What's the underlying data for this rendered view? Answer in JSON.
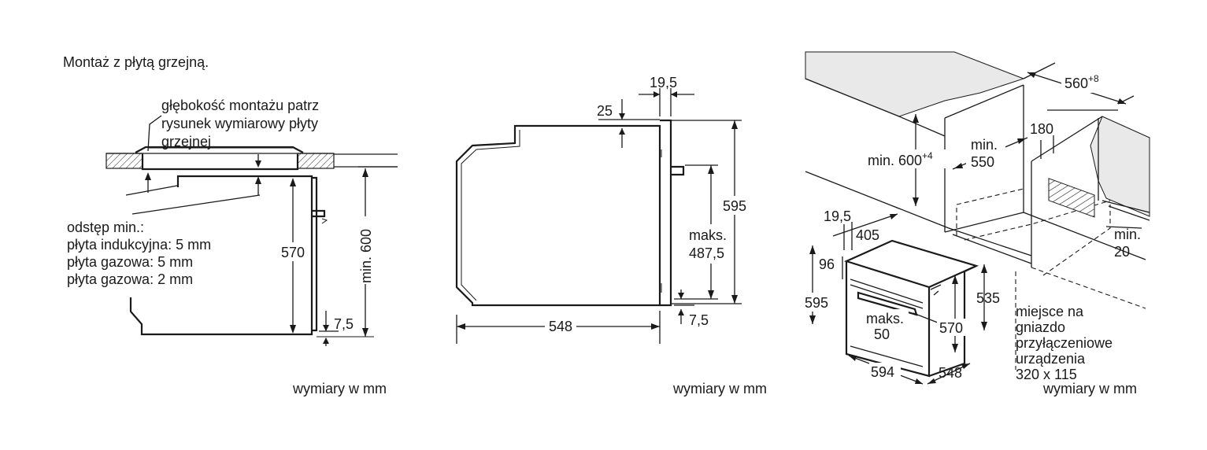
{
  "left": {
    "title": "Montaż z płytą grzejną.",
    "note_lines": [
      "głębokość montażu patrz",
      "rysunek wymiarowy płyty",
      "grzejnej"
    ],
    "gap_lines": [
      "odstęp min.:",
      "płyta indukcyjna: 5 mm",
      "płyta gazowa: 5 mm",
      "płyta gazowa: 2 mm"
    ],
    "dim_570": "570",
    "dim_min600": "min. 600",
    "dim_7_5": "7,5",
    "units": "wymiary w mm"
  },
  "middle": {
    "dim_19_5": "19,5",
    "dim_25": "25",
    "dim_595": "595",
    "maks_lines": [
      "maks.",
      "487,5"
    ],
    "dim_548": "548",
    "dim_7_5": "7,5",
    "units": "wymiary w mm"
  },
  "right": {
    "dim_560": "560",
    "dim_560_sup": "+8",
    "dim_min600": "min. 600",
    "dim_min600_sup": "+4",
    "min550_lines": [
      "min.",
      "550"
    ],
    "dim_180": "180",
    "min20_lines": [
      "min.",
      "20"
    ],
    "dim_19_5": "19,5",
    "dim_405": "405",
    "dim_96": "96",
    "dim_595": "595",
    "dim_535": "535",
    "maks50_lines": [
      "maks.",
      "50"
    ],
    "dim_570": "570",
    "dim_594": "594",
    "dim_548": "548",
    "socket_lines": [
      "miejsce na",
      "gniazdo",
      "przyłączeniowe",
      "urządzenia",
      "320 x 115"
    ],
    "units": "wymiary w mm"
  }
}
